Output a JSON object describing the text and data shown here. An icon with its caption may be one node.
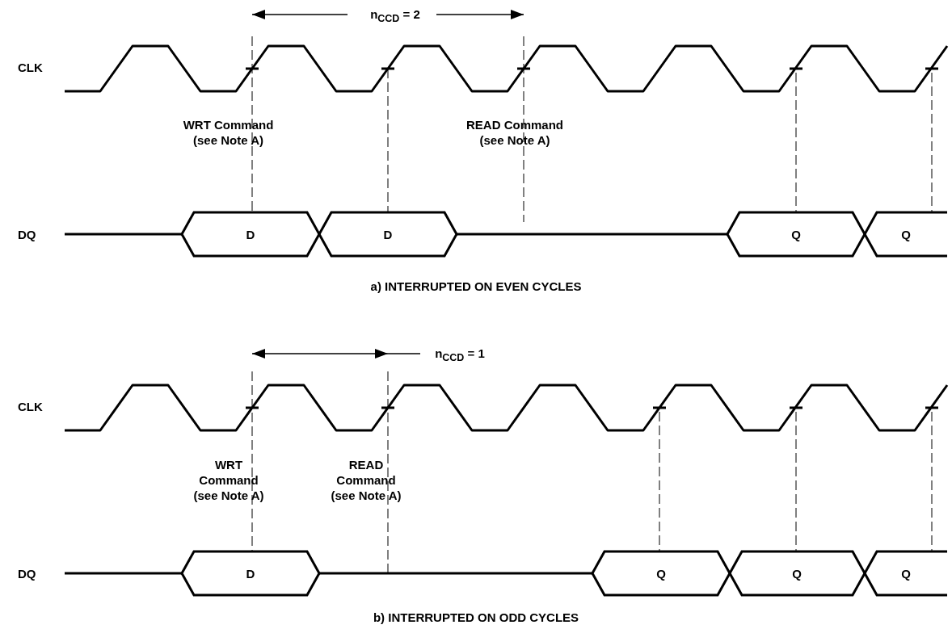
{
  "diagram": {
    "labels": [
      "n$_{CCD}$ = 2",
      "CLK",
      "WRT Command (see Note A)",
      "READ Command (see Note A)",
      "DQ",
      "D",
      "D",
      "Q",
      "Q",
      "a) INTERRUPTED ON EVEN CYCLES",
      "n$_{CCD}$ = 1",
      "CLK",
      "WRT Command (see Note A)",
      "READ Command (see Note A)",
      "DQ",
      "D",
      "Q",
      "Q",
      "Q",
      "b) INTERRUPTED ON ODD CYCLES"
    ]
  }
}
